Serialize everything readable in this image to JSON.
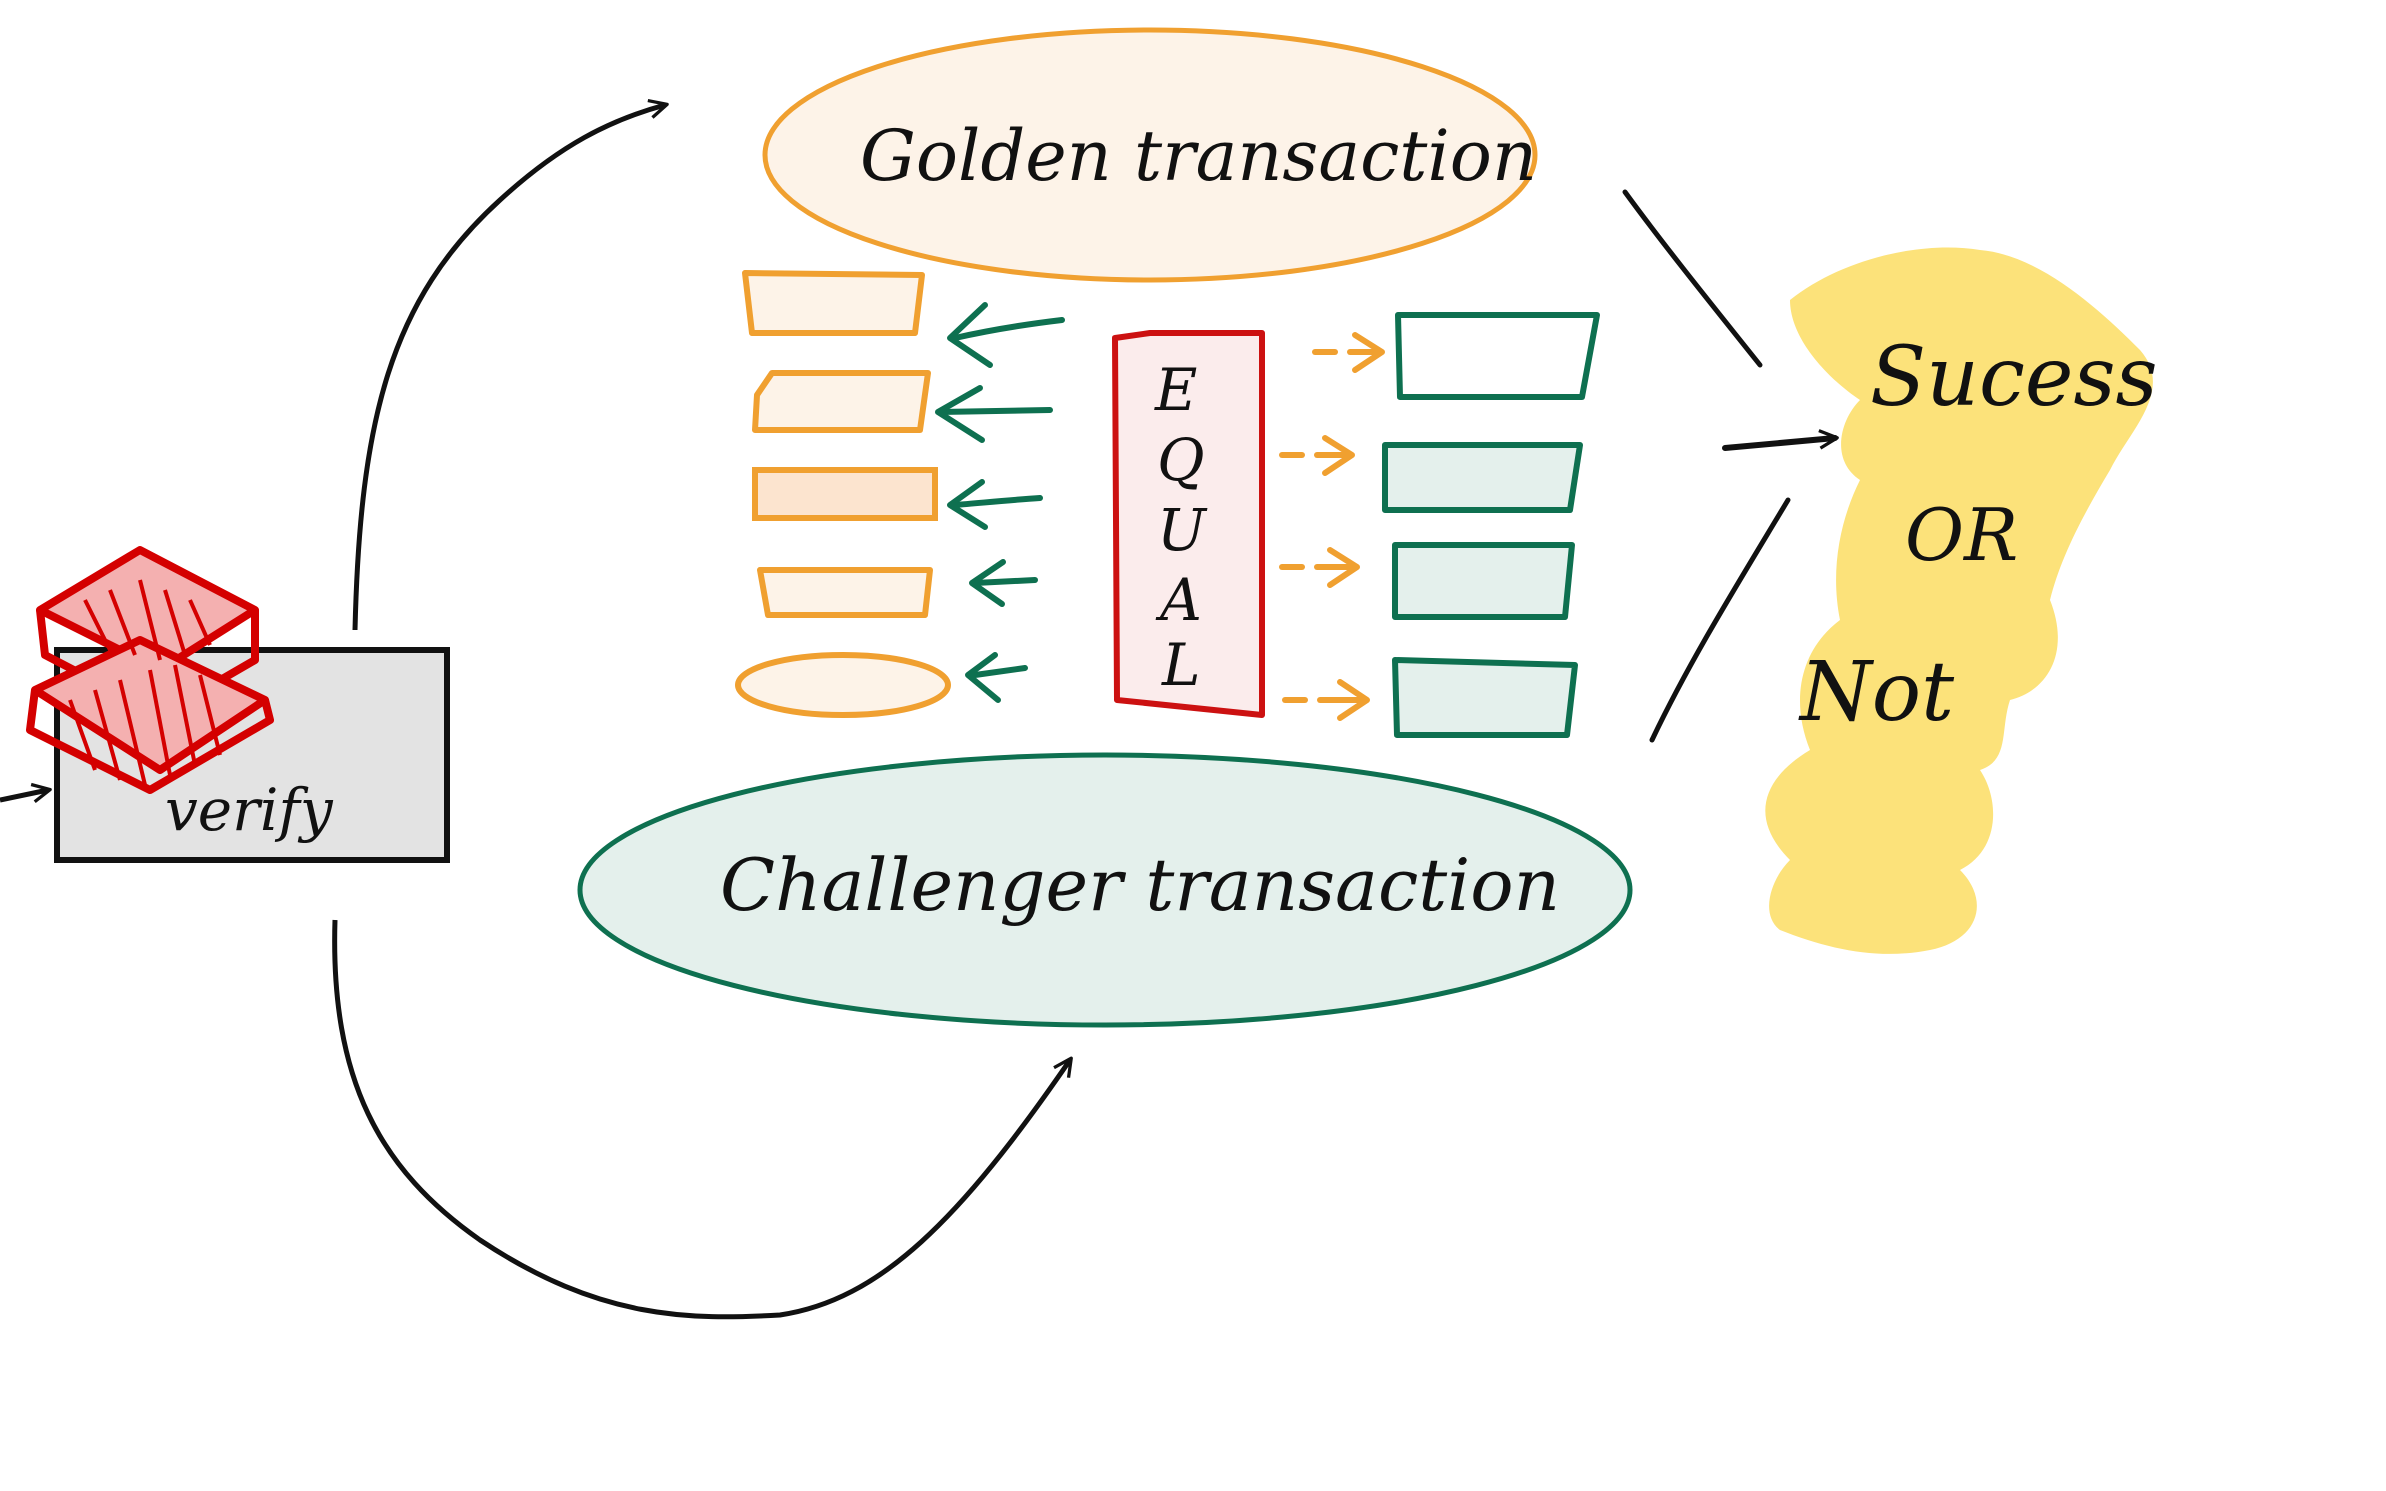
{
  "labels": {
    "golden": "Golden transaction",
    "challenger": "Challenger transaction",
    "verify": "verify",
    "equal": [
      "E",
      "Q",
      "U",
      "A",
      "L"
    ],
    "result": [
      "Sucess",
      "OR",
      "Not"
    ]
  },
  "colors": {
    "golden_stroke": "#F0A030",
    "golden_fill": "#FDF3E8",
    "challenger_stroke": "#0E7050",
    "challenger_fill": "#E4F0EC",
    "equal_stroke": "#CC1111",
    "equal_fill": "#FBECEC",
    "highlight": "#FCE27A",
    "ink": "#111111",
    "verify_fill": "#E3E3E3",
    "stack_red": "#D40000"
  }
}
